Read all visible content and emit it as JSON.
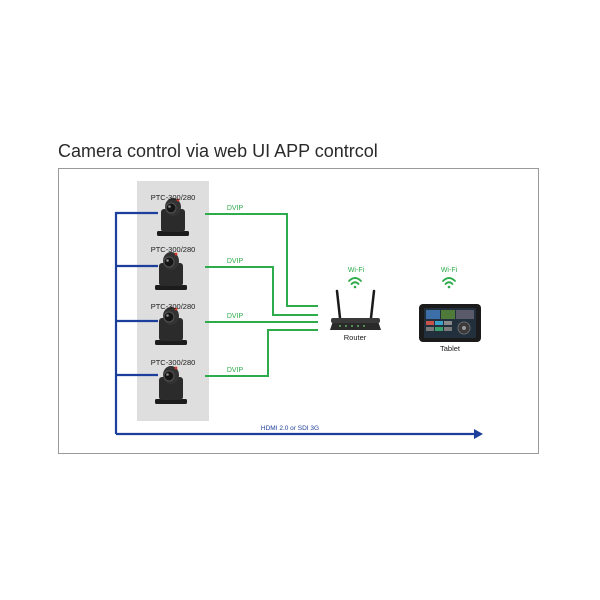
{
  "title": "Camera control via web UI APP contrcol",
  "colors": {
    "green": "#2eab4b",
    "blue": "#1d3f9c",
    "panel": "#dedede",
    "frame": "#9a9a9a"
  },
  "cameras": [
    {
      "model": "PTC-300/280",
      "link_label": "DVIP"
    },
    {
      "model": "PTC-300/280",
      "link_label": "DVIP"
    },
    {
      "model": "PTC-300/280",
      "link_label": "DVIP"
    },
    {
      "model": "PTC-300/280",
      "link_label": "DVIP"
    }
  ],
  "router": {
    "label": "Router",
    "wifi_label": "Wi-Fi",
    "icon": "router-icon"
  },
  "tablet": {
    "label": "Tablet",
    "wifi_label": "Wi-Fi",
    "icon": "tablet-icon"
  },
  "output_label": "HDMI 2.0 or SDI 3G"
}
